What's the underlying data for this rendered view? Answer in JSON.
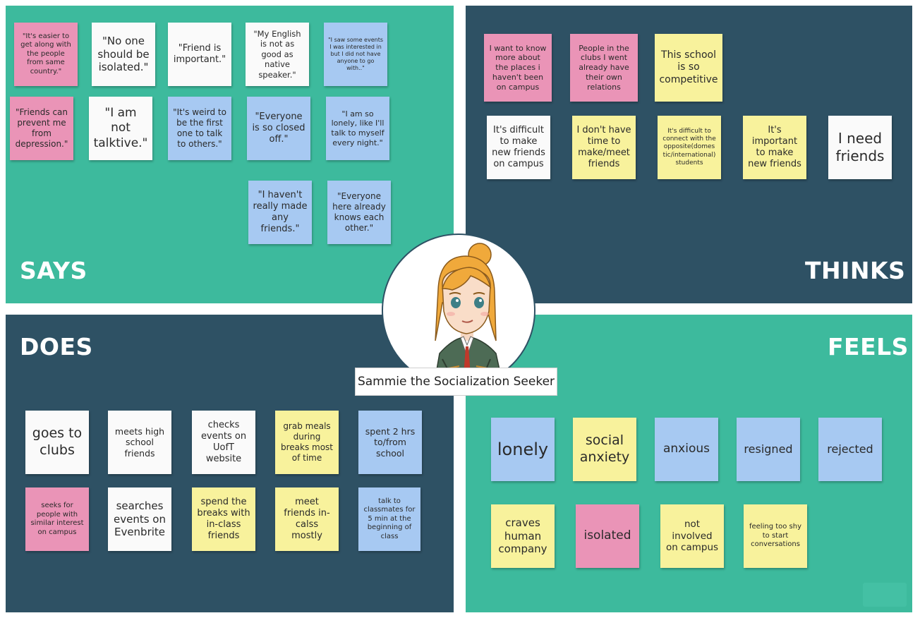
{
  "quadrants": {
    "says": "SAYS",
    "thinks": "THINKS",
    "does": "DOES",
    "feels": "FEELS"
  },
  "persona": {
    "name": "Sammie the Socialization Seeker"
  },
  "colors": {
    "teal": "#3dba9d",
    "navy": "#2e5164",
    "pink": "#ea94b7",
    "white": "#fafafa",
    "blue": "#a7c9f2",
    "yellow": "#f8f29c"
  },
  "says_notes": [
    "\"It's easier to get along with the people from same country.\"",
    "\"No one should be isolated.\"",
    "\"Friend is important.\"",
    "\"My English is not as good as native speaker.\"",
    "\"I saw some events I was interested in but I did not have anyone to go with..\"",
    "\"Friends can prevent me from depression.\"",
    "\"I am not talktive.\"",
    "\"It's weird to be the first one to talk to others.\"",
    "\"Everyone is so closed off.\"",
    "\"I am so lonely, like I'll talk to myself every night.\"",
    "\"I haven't really made any friends.\"",
    "\"Everyone here already knows each other.\""
  ],
  "thinks_notes": [
    "I want to know more about the places i haven't been on campus",
    "People in the clubs I went already have their own relations",
    "This school is so competitive",
    "It's difficult to make new friends on campus",
    "I don't have time to make/meet friends",
    "It's difficult to connect with the opposite(domes tic/international) students",
    "It's important to make new friends",
    "I need friends"
  ],
  "does_notes": [
    "goes to clubs",
    "meets high school friends",
    "checks events on UofT website",
    "grab meals during breaks most of time",
    "spent 2 hrs to/from school",
    "seeks for people with similar interest on campus",
    "searches events on Evenbrite",
    "spend the breaks with in-class friends",
    "meet friends in-calss mostly",
    "talk to classmates for 5 min at the beginning of class"
  ],
  "feels_notes": [
    "lonely",
    "social anxiety",
    "anxious",
    "resigned",
    "rejected",
    "craves human company",
    "isolated",
    "not involved on campus",
    "feeling too shy to start conversations"
  ]
}
